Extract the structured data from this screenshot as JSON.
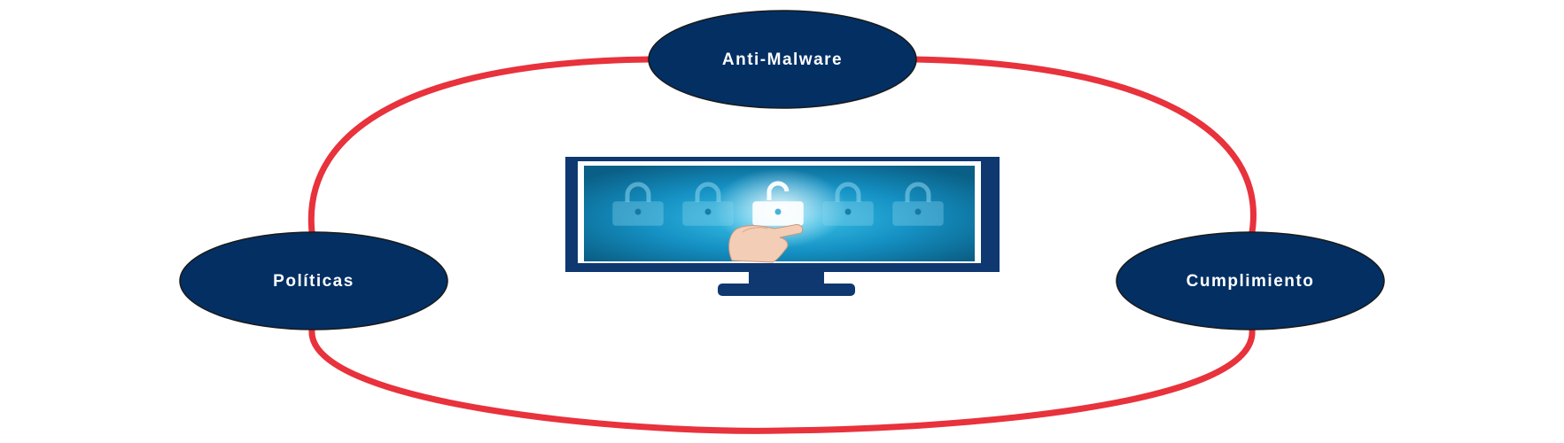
{
  "colors": {
    "node_fill": "#032F63",
    "node_stroke": "#1a1a1a",
    "connector": "#E8323C",
    "monitor_frame": "#0E386F",
    "screen_gradient_center": "#3ec8ee",
    "screen_gradient_edge": "#0a5f86",
    "label_text": "#ffffff",
    "background": "#ffffff"
  },
  "nodes": {
    "top": {
      "label": "Anti-Malware"
    },
    "left": {
      "label": "Políticas"
    },
    "right": {
      "label": "Cumplimiento"
    }
  },
  "center_image": {
    "icon": "monitor-with-padlocks-and-hand-icon",
    "padlock_count": 5,
    "unlocked_index": 2
  }
}
